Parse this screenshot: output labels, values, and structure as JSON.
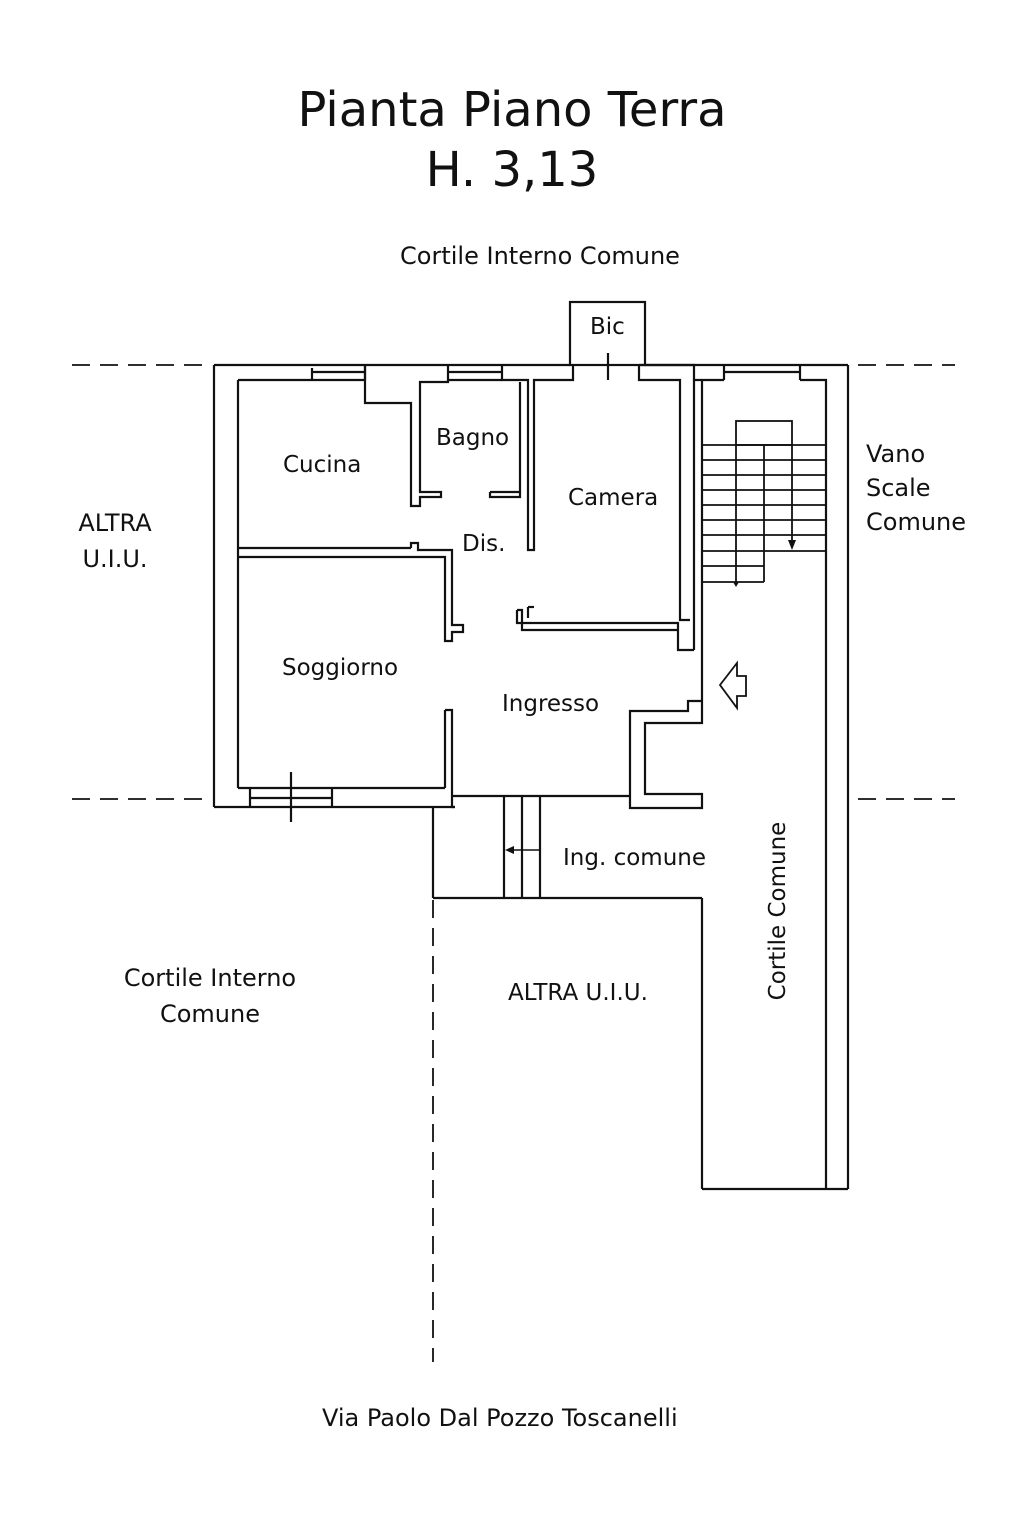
{
  "title": {
    "line1": "Pianta Piano Terra",
    "line2": "H. 3,13"
  },
  "context_labels": {
    "top": "Cortile Interno Comune",
    "left_line1": "ALTRA",
    "left_line2": "U.I.U.",
    "right_line1": "Vano",
    "right_line2": "Scale",
    "right_line3": "Comune",
    "bottom_left_line1": "Cortile Interno",
    "bottom_left_line2": "Comune",
    "bottom_center": "ALTRA U.I.U.",
    "corridor_vertical": "Cortile Comune",
    "street": "Via Paolo Dal Pozzo Toscanelli"
  },
  "rooms": [
    {
      "id": "bic",
      "label": "Bic"
    },
    {
      "id": "cucina",
      "label": "Cucina"
    },
    {
      "id": "bagno",
      "label": "Bagno"
    },
    {
      "id": "camera",
      "label": "Camera"
    },
    {
      "id": "dis",
      "label": "Dis."
    },
    {
      "id": "soggiorno",
      "label": "Soggiorno"
    },
    {
      "id": "ingresso",
      "label": "Ingresso"
    },
    {
      "id": "ing-comune",
      "label": "Ing. comune"
    }
  ],
  "symbols": {
    "entrance_arrow": "entrance-arrow-icon",
    "stair_direction": "stair-arrow-icon"
  },
  "colors": {
    "line": "#111111",
    "background": "#ffffff"
  }
}
